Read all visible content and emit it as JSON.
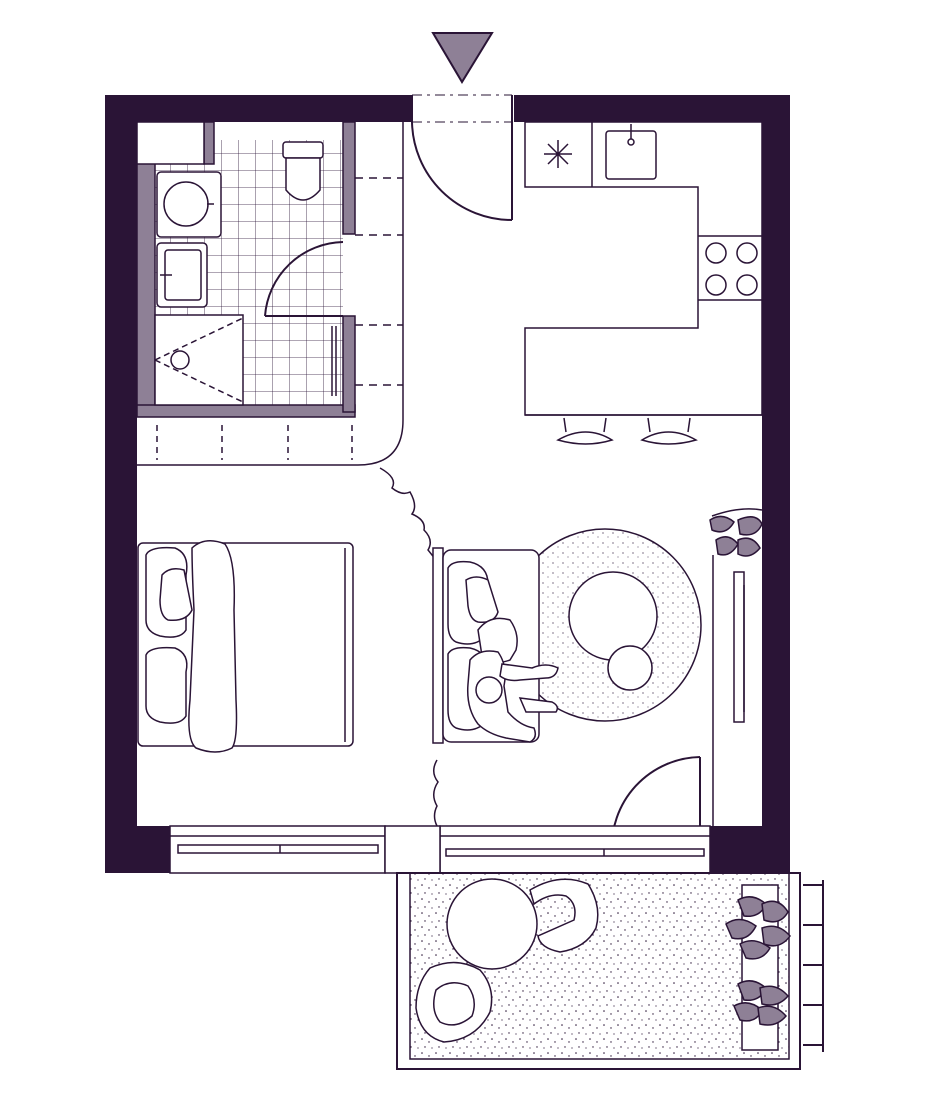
{
  "diagram": {
    "kind": "apartment-floor-plan",
    "entrance_marker": "entrance-arrow-icon",
    "colors": {
      "wall": "#2a1436",
      "line": "#2a1436",
      "accent": "#8e8096",
      "background": "#ffffff"
    },
    "rooms": [
      {
        "id": "bathroom",
        "fixtures": [
          "washing-machine-icon",
          "sink-icon",
          "shower-icon",
          "toilet-icon",
          "towel-rail-icon"
        ]
      },
      {
        "id": "hallway",
        "fixtures": [
          "wardrobe-icon",
          "entrance-door-icon"
        ]
      },
      {
        "id": "kitchen",
        "fixtures": [
          "fridge-icon",
          "kitchen-sink-icon",
          "cooktop-icon",
          "bar-counter-icon",
          "bar-stool-icon"
        ]
      },
      {
        "id": "bedroom",
        "fixtures": [
          "double-bed-icon",
          "curtain-icon"
        ]
      },
      {
        "id": "living-area",
        "fixtures": [
          "sofa-icon",
          "rug-icon",
          "coffee-table-icon",
          "side-table-icon",
          "person-icon",
          "plant-icon",
          "wall-shelf-icon"
        ]
      },
      {
        "id": "balcony",
        "fixtures": [
          "balcony-table-icon",
          "lounge-chair-icon",
          "planter-icon",
          "railing-icon"
        ]
      }
    ]
  }
}
